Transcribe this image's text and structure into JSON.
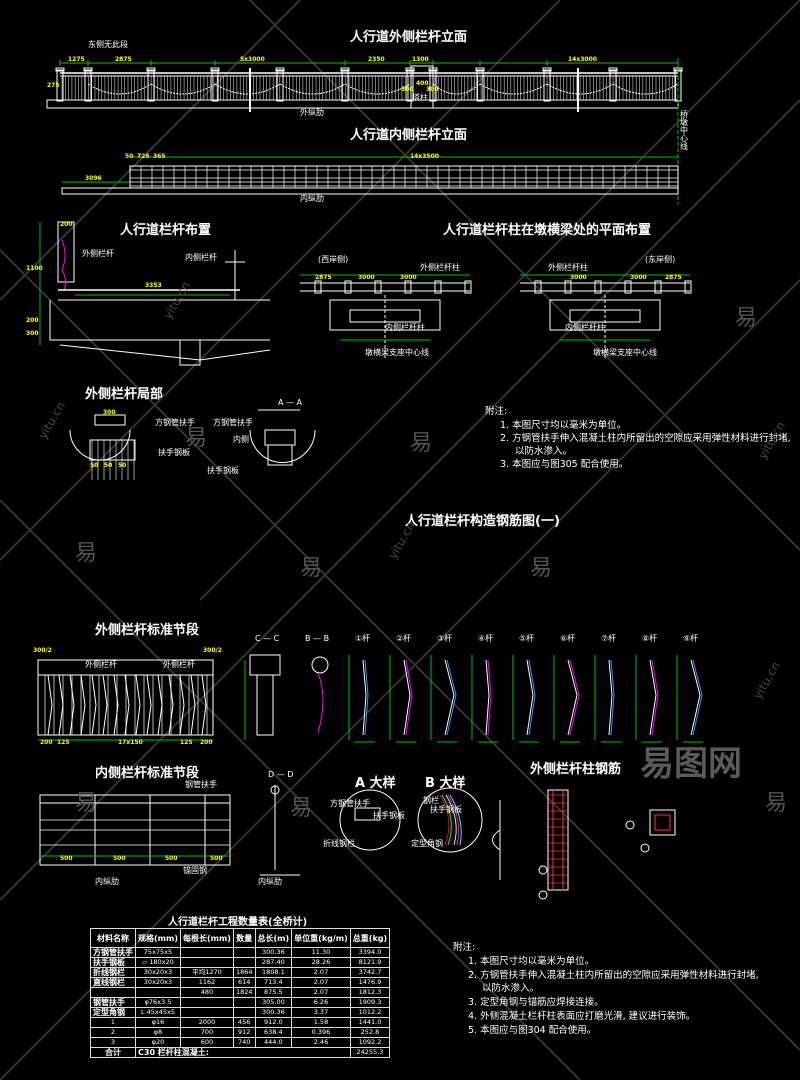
{
  "colors": {
    "background": "#000000",
    "line": "#ffffff",
    "dimension_line": "#00c000",
    "dimension_text": "#ffff00",
    "watermark": "#555555"
  },
  "top": {
    "outer_title": "人行道外侧栏杆立面",
    "east_note": "东侧无此段",
    "outer_dims": [
      "1275",
      "2875",
      "5x3000",
      "2350",
      "1300",
      "14x3000"
    ],
    "height_dim": "275",
    "tower_dims": [
      "400",
      "300",
      "300"
    ],
    "tower_label": "塔柱",
    "outer_rib": "外纵肋",
    "pier_centerline": "桥墩中心线",
    "inner_title": "人行道内侧栏杆立面",
    "inner_dims": [
      "50",
      "726",
      "365",
      "14x3500",
      "3096"
    ],
    "inner_rib": "内纵肋"
  },
  "layout": {
    "title": "人行道栏杆布置",
    "outer_rail": "外侧栏杆",
    "inner_rail": "内侧栏杆",
    "width_dim": "3353",
    "dims": [
      "200",
      "1100",
      "200",
      "300"
    ]
  },
  "plan": {
    "title": "人行道栏杆柱在墩横梁处的平面布置",
    "west": "(西岸侧)",
    "east": "(东岸侧)",
    "outer_post": "外侧栏杆柱",
    "inner_post": "内侧栏杆柱",
    "bearing_line": "墩横梁支座中心线",
    "dims": [
      "2875",
      "3000",
      "3000",
      "3000",
      "3000",
      "2875"
    ]
  },
  "detail": {
    "title": "外侧栏杆局部",
    "section": "A — A",
    "square_tube": "方钢管扶手",
    "square_tube2": "方钢管扶手",
    "inner": "内侧",
    "plate": "扶手钢板",
    "plate2": "扶手钢板",
    "dims": [
      "300",
      "50",
      "50",
      "50"
    ]
  },
  "notes1": {
    "heading": "附注:",
    "items": [
      "1. 本图尺寸均以毫米为单位。",
      "2. 方钢管扶手伸入混凝土柱内所留出的空隙应采用弹性材料进行封堵,",
      "以防水渗入。",
      "3. 本图应与图305          配合使用。"
    ]
  },
  "sheet_title": "人行道栏杆构造钢筋图(一)",
  "rebar": {
    "outer_std": "外侧栏杆标准节段",
    "outer_rail_a": "外侧栏杆",
    "outer_rail_b": "外侧栏杆",
    "dims": [
      "300/2",
      "300/2",
      "200",
      "125",
      "17x150",
      "125",
      "200"
    ],
    "sec_c": "C — C",
    "sec_b": "B — B",
    "bars": [
      "①杆",
      "②杆",
      "③杆",
      "④杆",
      "⑤杆",
      "⑥杆",
      "⑦杆",
      "⑧杆",
      "⑨杆"
    ],
    "inner_std": "内侧栏杆标准节段",
    "tube": "钢管扶手",
    "sec_d": "D — D",
    "detail_a": "A 大样",
    "detail_b": "B 大样",
    "post_rebar": "外侧栏杆柱钢筋",
    "inner_dims": [
      "500",
      "500",
      "500",
      "500"
    ],
    "inner_rib": "内纵肋",
    "inner_rib2": "内纵肋",
    "anchor": "锚固钢",
    "square_tube": "方钢管扶手",
    "plate": "扶手钢板",
    "bend_bar": "折线钢栏",
    "angle": "定型角钢",
    "bar_label": "钢栏",
    "plate2": "扶手钢板"
  },
  "table": {
    "title": "人行道栏杆工程数量表(全桥计)",
    "headers": [
      "材料名称",
      "规格(mm)",
      "每根长(mm)",
      "数量",
      "总长(m)",
      "单位重(kg/m)",
      "总重(kg)"
    ],
    "rows": [
      [
        "方钢管扶手",
        "75x75x5",
        "",
        "",
        "300.36",
        "11.30",
        "3394.0"
      ],
      [
        "扶手钢板",
        "▱ 180x20",
        "",
        "",
        "287.40",
        "28.26",
        "8121.9"
      ],
      [
        "折线钢栏",
        "30x20x3",
        "平均1270",
        "1864",
        "1808.1",
        "2.07",
        "3742.7"
      ],
      [
        "直线钢栏",
        "30x20x3",
        "1162",
        "614",
        "713.4",
        "2.07",
        "1476.9"
      ],
      [
        "",
        "",
        "480",
        "1824",
        "875.5",
        "2.07",
        "1812.3"
      ],
      [
        "钢管扶手",
        "φ76x3.5",
        "",
        "",
        "305.00",
        "6.26",
        "1909.3"
      ],
      [
        "定型角钢",
        "L 45x45x5",
        "",
        "",
        "300.36",
        "3.37",
        "1012.2"
      ],
      [
        "1",
        "φ16",
        "2000",
        "456",
        "912.0",
        "1.58",
        "1441.0"
      ],
      [
        "2",
        "φ8",
        "700",
        "912",
        "638.4",
        "0.396",
        "252.8"
      ],
      [
        "3",
        "φ20",
        "600",
        "740",
        "444.0",
        "2.46",
        "1092.2"
      ]
    ],
    "total_label": "合计",
    "total_desc": "C30 栏杆柱混凝土:",
    "total_value": "24255.3"
  },
  "notes2": {
    "heading": "附注:",
    "items": [
      "1. 本图尺寸均以毫米为单位。",
      "2. 方钢管扶手伸入混凝土柱内所留出的空隙应采用弹性材料进行封堵,",
      "以防水渗入。",
      "3. 定型角钢与锚筋应焊接连接。",
      "4. 外侧混凝土栏杆柱表面应打磨光滑, 建议进行装饰。",
      "5. 本图应与图304          配合使用。"
    ]
  },
  "watermark": {
    "char": "易",
    "site": "yitu.cn",
    "logo": "易图网"
  }
}
